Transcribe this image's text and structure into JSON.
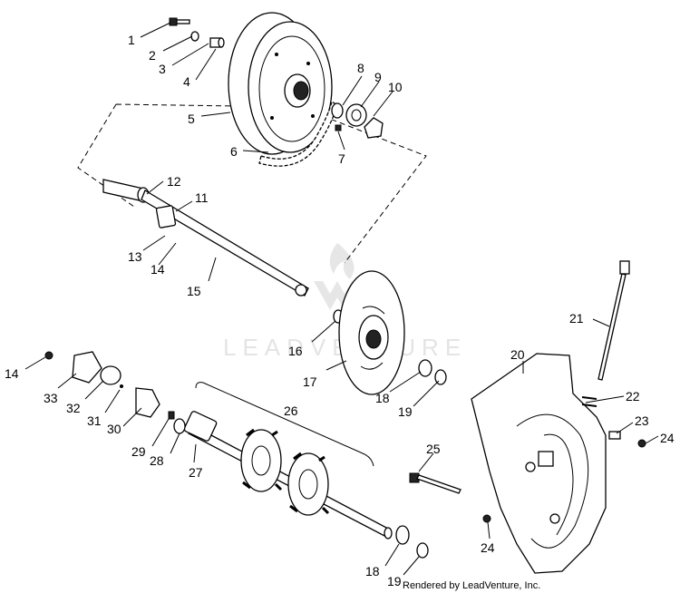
{
  "watermark": "LEADVENTURE",
  "credit": "Rendered by LeadVenture, Inc.",
  "callouts": {
    "c1": "1",
    "c2": "2",
    "c3": "3",
    "c4": "4",
    "c5": "5",
    "c6": "6",
    "c7": "7",
    "c8": "8",
    "c9": "9",
    "c10": "10",
    "c11": "11",
    "c12": "12",
    "c13": "13",
    "c14a": "14",
    "c14b": "14",
    "c15": "15",
    "c16": "16",
    "c17": "17",
    "c18a": "18",
    "c18b": "18",
    "c19a": "19",
    "c19b": "19",
    "c20": "20",
    "c21": "21",
    "c22": "22",
    "c23": "23",
    "c24a": "24",
    "c24b": "24",
    "c25": "25",
    "c26": "26",
    "c27": "27",
    "c28": "28",
    "c29": "29",
    "c30": "30",
    "c31": "31",
    "c32": "32",
    "c33": "33"
  }
}
